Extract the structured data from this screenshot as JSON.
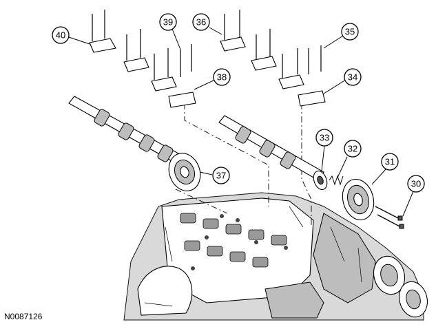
{
  "figure_id": "N0087126",
  "callouts": [
    {
      "label": "40"
    },
    {
      "label": "39"
    },
    {
      "label": "36"
    },
    {
      "label": "35"
    },
    {
      "label": "38"
    },
    {
      "label": "34"
    },
    {
      "label": "33"
    },
    {
      "label": "32"
    },
    {
      "label": "31"
    },
    {
      "label": "30"
    },
    {
      "label": "37"
    }
  ]
}
